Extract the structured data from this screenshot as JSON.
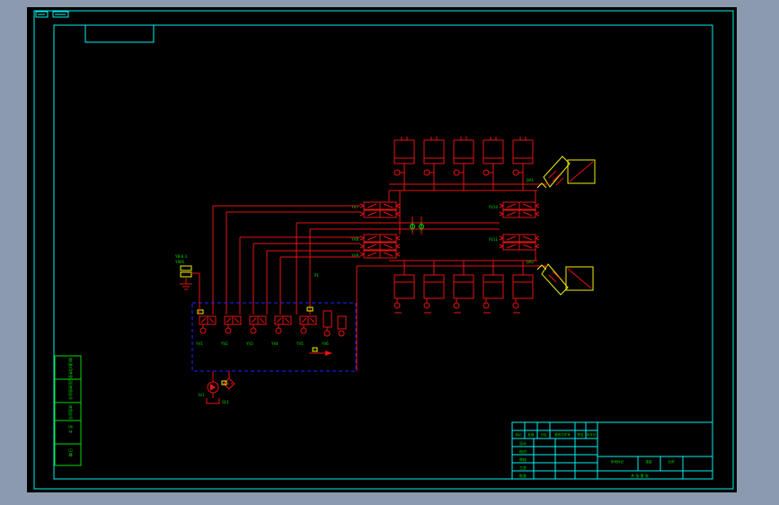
{
  "colors": {
    "bg": "#8c9ab0",
    "black": "#000000",
    "cyan": "#00f0f0",
    "red": "#e81212",
    "green": "#00dd00",
    "yellow": "#f0f000",
    "blue": "#2424ff"
  },
  "margin": {
    "left_boxes": [
      "借(通)用件登记",
      "旧底图总号",
      "底图总号",
      "签 字",
      "日 期"
    ]
  },
  "title_block": {
    "rev_headers": [
      "标记",
      "处数",
      "分区",
      "更改文件号",
      "签名",
      "年月日"
    ],
    "roles": [
      "设计",
      "校对",
      "审核",
      "工艺",
      "批准"
    ],
    "col_headers": [
      "阶段标记",
      "重量",
      "比例"
    ],
    "sheet_text": "共 张 第 张"
  },
  "schematic": {
    "cluster_labels": [
      "YV7",
      "YV8",
      "YV9",
      "YV10",
      "YV11"
    ],
    "manifold_labels": [
      "YV1",
      "YV2",
      "YV3",
      "YV4",
      "YV5",
      "YV6"
    ],
    "torch_labels": [
      "QA1",
      "QA2"
    ],
    "pump_lines": [
      "YB-6.3",
      "Y90S"
    ],
    "drain_labels": [
      "LV1",
      "GL1"
    ],
    "mid_label": "P1"
  }
}
